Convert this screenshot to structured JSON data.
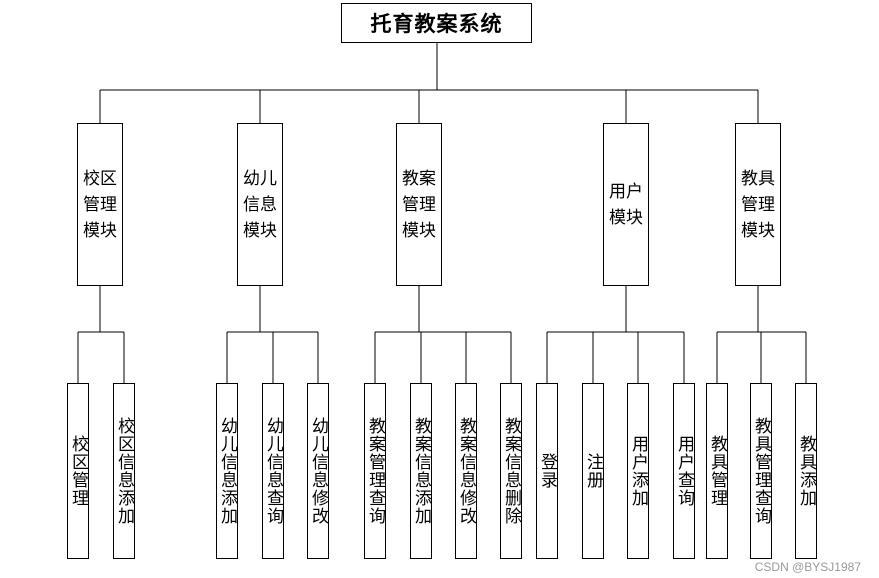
{
  "root": {
    "title": "托育教案系统"
  },
  "modules": [
    {
      "label": "校区管理模块",
      "children": [
        "校区管理",
        "校区信息添加"
      ]
    },
    {
      "label": "幼儿信息模块",
      "children": [
        "幼儿信息添加",
        "幼儿信息查询",
        "幼儿信息修改"
      ]
    },
    {
      "label": "教案管理模块",
      "children": [
        "教案管理查询",
        "教案信息添加",
        "教案信息修改",
        "教案信息删除"
      ]
    },
    {
      "label": "用户模块",
      "children": [
        "登录",
        "注册",
        "用户添加",
        "用户查询"
      ]
    },
    {
      "label": "教具管理模块",
      "children": [
        "教具管理",
        "教具管理查询",
        "教具添加"
      ]
    }
  ],
  "watermark": "CSDN @BYSJ1987"
}
